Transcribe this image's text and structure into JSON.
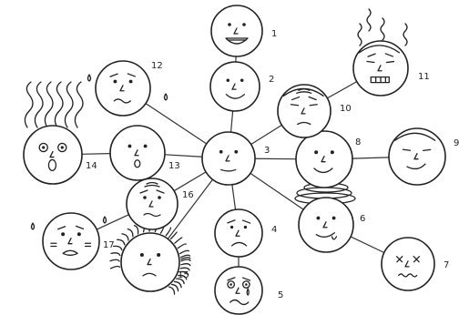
{
  "faces": [
    {
      "id": 1,
      "label": "1",
      "expression": "grin"
    },
    {
      "id": 2,
      "label": "2",
      "expression": "smile"
    },
    {
      "id": 3,
      "label": "3",
      "expression": "neutral"
    },
    {
      "id": 4,
      "label": "4",
      "expression": "sad"
    },
    {
      "id": 5,
      "label": "5",
      "expression": "crying"
    },
    {
      "id": 6,
      "label": "6",
      "expression": "dizzy"
    },
    {
      "id": 7,
      "label": "7",
      "expression": "dead"
    },
    {
      "id": 8,
      "label": "8",
      "expression": "smile"
    },
    {
      "id": 9,
      "label": "9",
      "expression": "smug"
    },
    {
      "id": 10,
      "label": "10",
      "expression": "frown"
    },
    {
      "id": 11,
      "label": "11",
      "expression": "angry-steam"
    },
    {
      "id": 12,
      "label": "12",
      "expression": "worried-sweat"
    },
    {
      "id": 13,
      "label": "13",
      "expression": "surprised"
    },
    {
      "id": 14,
      "label": "14",
      "expression": "shocked-hair"
    },
    {
      "id": 15,
      "label": "15",
      "expression": "frazzled-hair"
    },
    {
      "id": 16,
      "label": "16",
      "expression": "anxious"
    },
    {
      "id": 17,
      "label": "17",
      "expression": "blushing-cry"
    }
  ],
  "edges": [
    [
      3,
      2
    ],
    [
      2,
      1
    ],
    [
      3,
      4
    ],
    [
      4,
      5
    ],
    [
      3,
      6
    ],
    [
      6,
      7
    ],
    [
      3,
      8
    ],
    [
      8,
      9
    ],
    [
      3,
      10
    ],
    [
      10,
      11
    ],
    [
      3,
      12
    ],
    [
      3,
      13
    ],
    [
      13,
      14
    ],
    [
      3,
      15
    ],
    [
      3,
      16
    ],
    [
      16,
      17
    ]
  ]
}
